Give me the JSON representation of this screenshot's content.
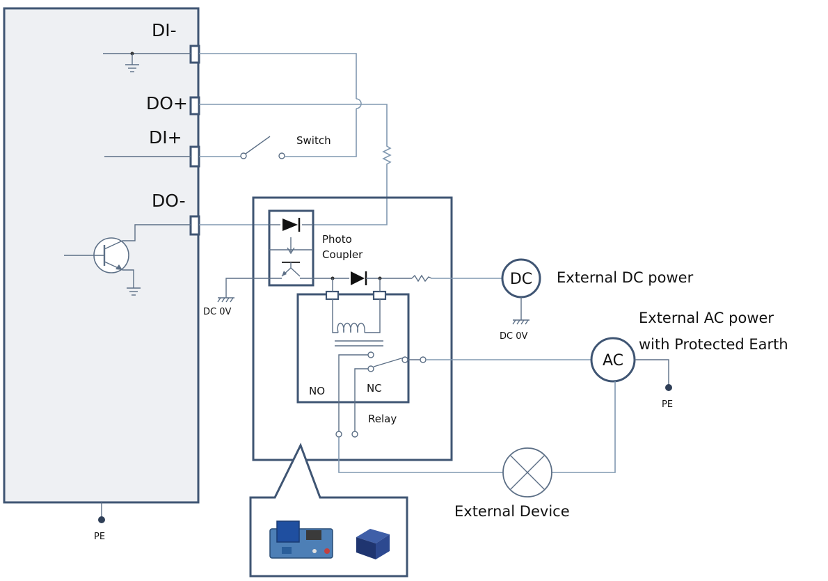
{
  "labels": {
    "di_minus": "DI-",
    "do_plus": "DO+",
    "di_plus": "DI+",
    "do_minus": "DO-",
    "switch": "Switch",
    "photo": "Photo",
    "coupler": "Coupler",
    "dc_0v_left": "DC 0V",
    "dc_0v_right": "DC 0V",
    "dc": "DC",
    "ext_dc": "External DC power",
    "ac": "AC",
    "ext_ac_1": "External AC power",
    "ext_ac_2": "with Protected Earth",
    "no": "NO",
    "nc": "NC",
    "relay": "Relay",
    "pe_right": "PE",
    "pe_bottom": "PE",
    "external_device": "External Device"
  },
  "colors": {
    "frame": "#3f5573",
    "wire": "#8098b0",
    "panel_fill": "#eef0f3"
  }
}
